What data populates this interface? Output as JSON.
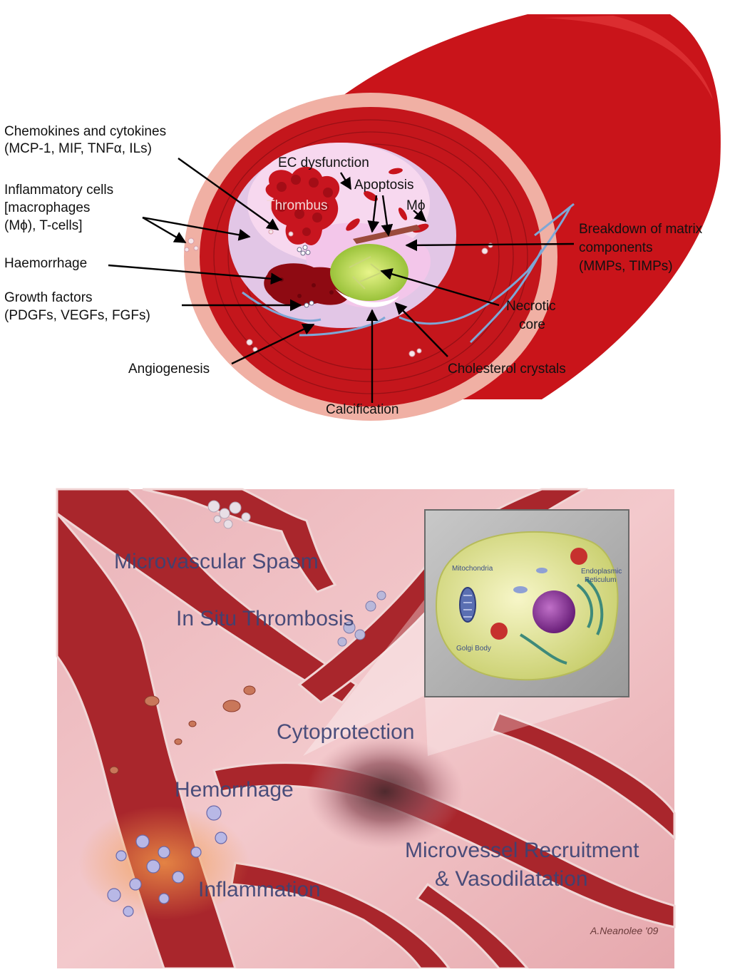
{
  "top_figure": {
    "thrombus_label": "Thrombus",
    "inner_labels": {
      "ec_dysfunction": "EC dysfunction",
      "apoptosis": "Apoptosis",
      "macrophage": "Mϕ"
    },
    "left_labels": {
      "chemokines": [
        "Chemokines and cytokines",
        "(MCP-1, MIF, TNFα, ILs)"
      ],
      "inflammatory": [
        "Inflammatory cells",
        "[macrophages",
        "(Mϕ), T-cells]"
      ],
      "haemorrhage": "Haemorrhage",
      "growth_factors": [
        "Growth factors",
        "(PDGFs, VEGFs, FGFs)"
      ],
      "angiogenesis": "Angiogenesis"
    },
    "right_labels": {
      "breakdown": [
        "Breakdown of matrix",
        "components",
        "(MMPs, TIMPs)"
      ],
      "necrotic": [
        "Necrotic",
        "core"
      ],
      "cholesterol": "Cholesterol crystals",
      "calcification": "Calcification"
    }
  },
  "bottom_figure": {
    "labels": {
      "spasm": "Microvascular Spasm",
      "thrombosis": "In Situ Thrombosis",
      "cytoprotection": "Cytoprotection",
      "hemorrhage": "Hemorrhage",
      "recruitment": [
        "Microvessel Recruitment",
        "& Vasodilatation"
      ],
      "inflammation": "Inflammation"
    },
    "inset_labels": {
      "mitochondria": "Mitochondria",
      "er": [
        "Endoplasmic",
        "Reticulum"
      ],
      "golgi": "Golgi Body"
    },
    "signature": "A.Neanolee '09"
  }
}
